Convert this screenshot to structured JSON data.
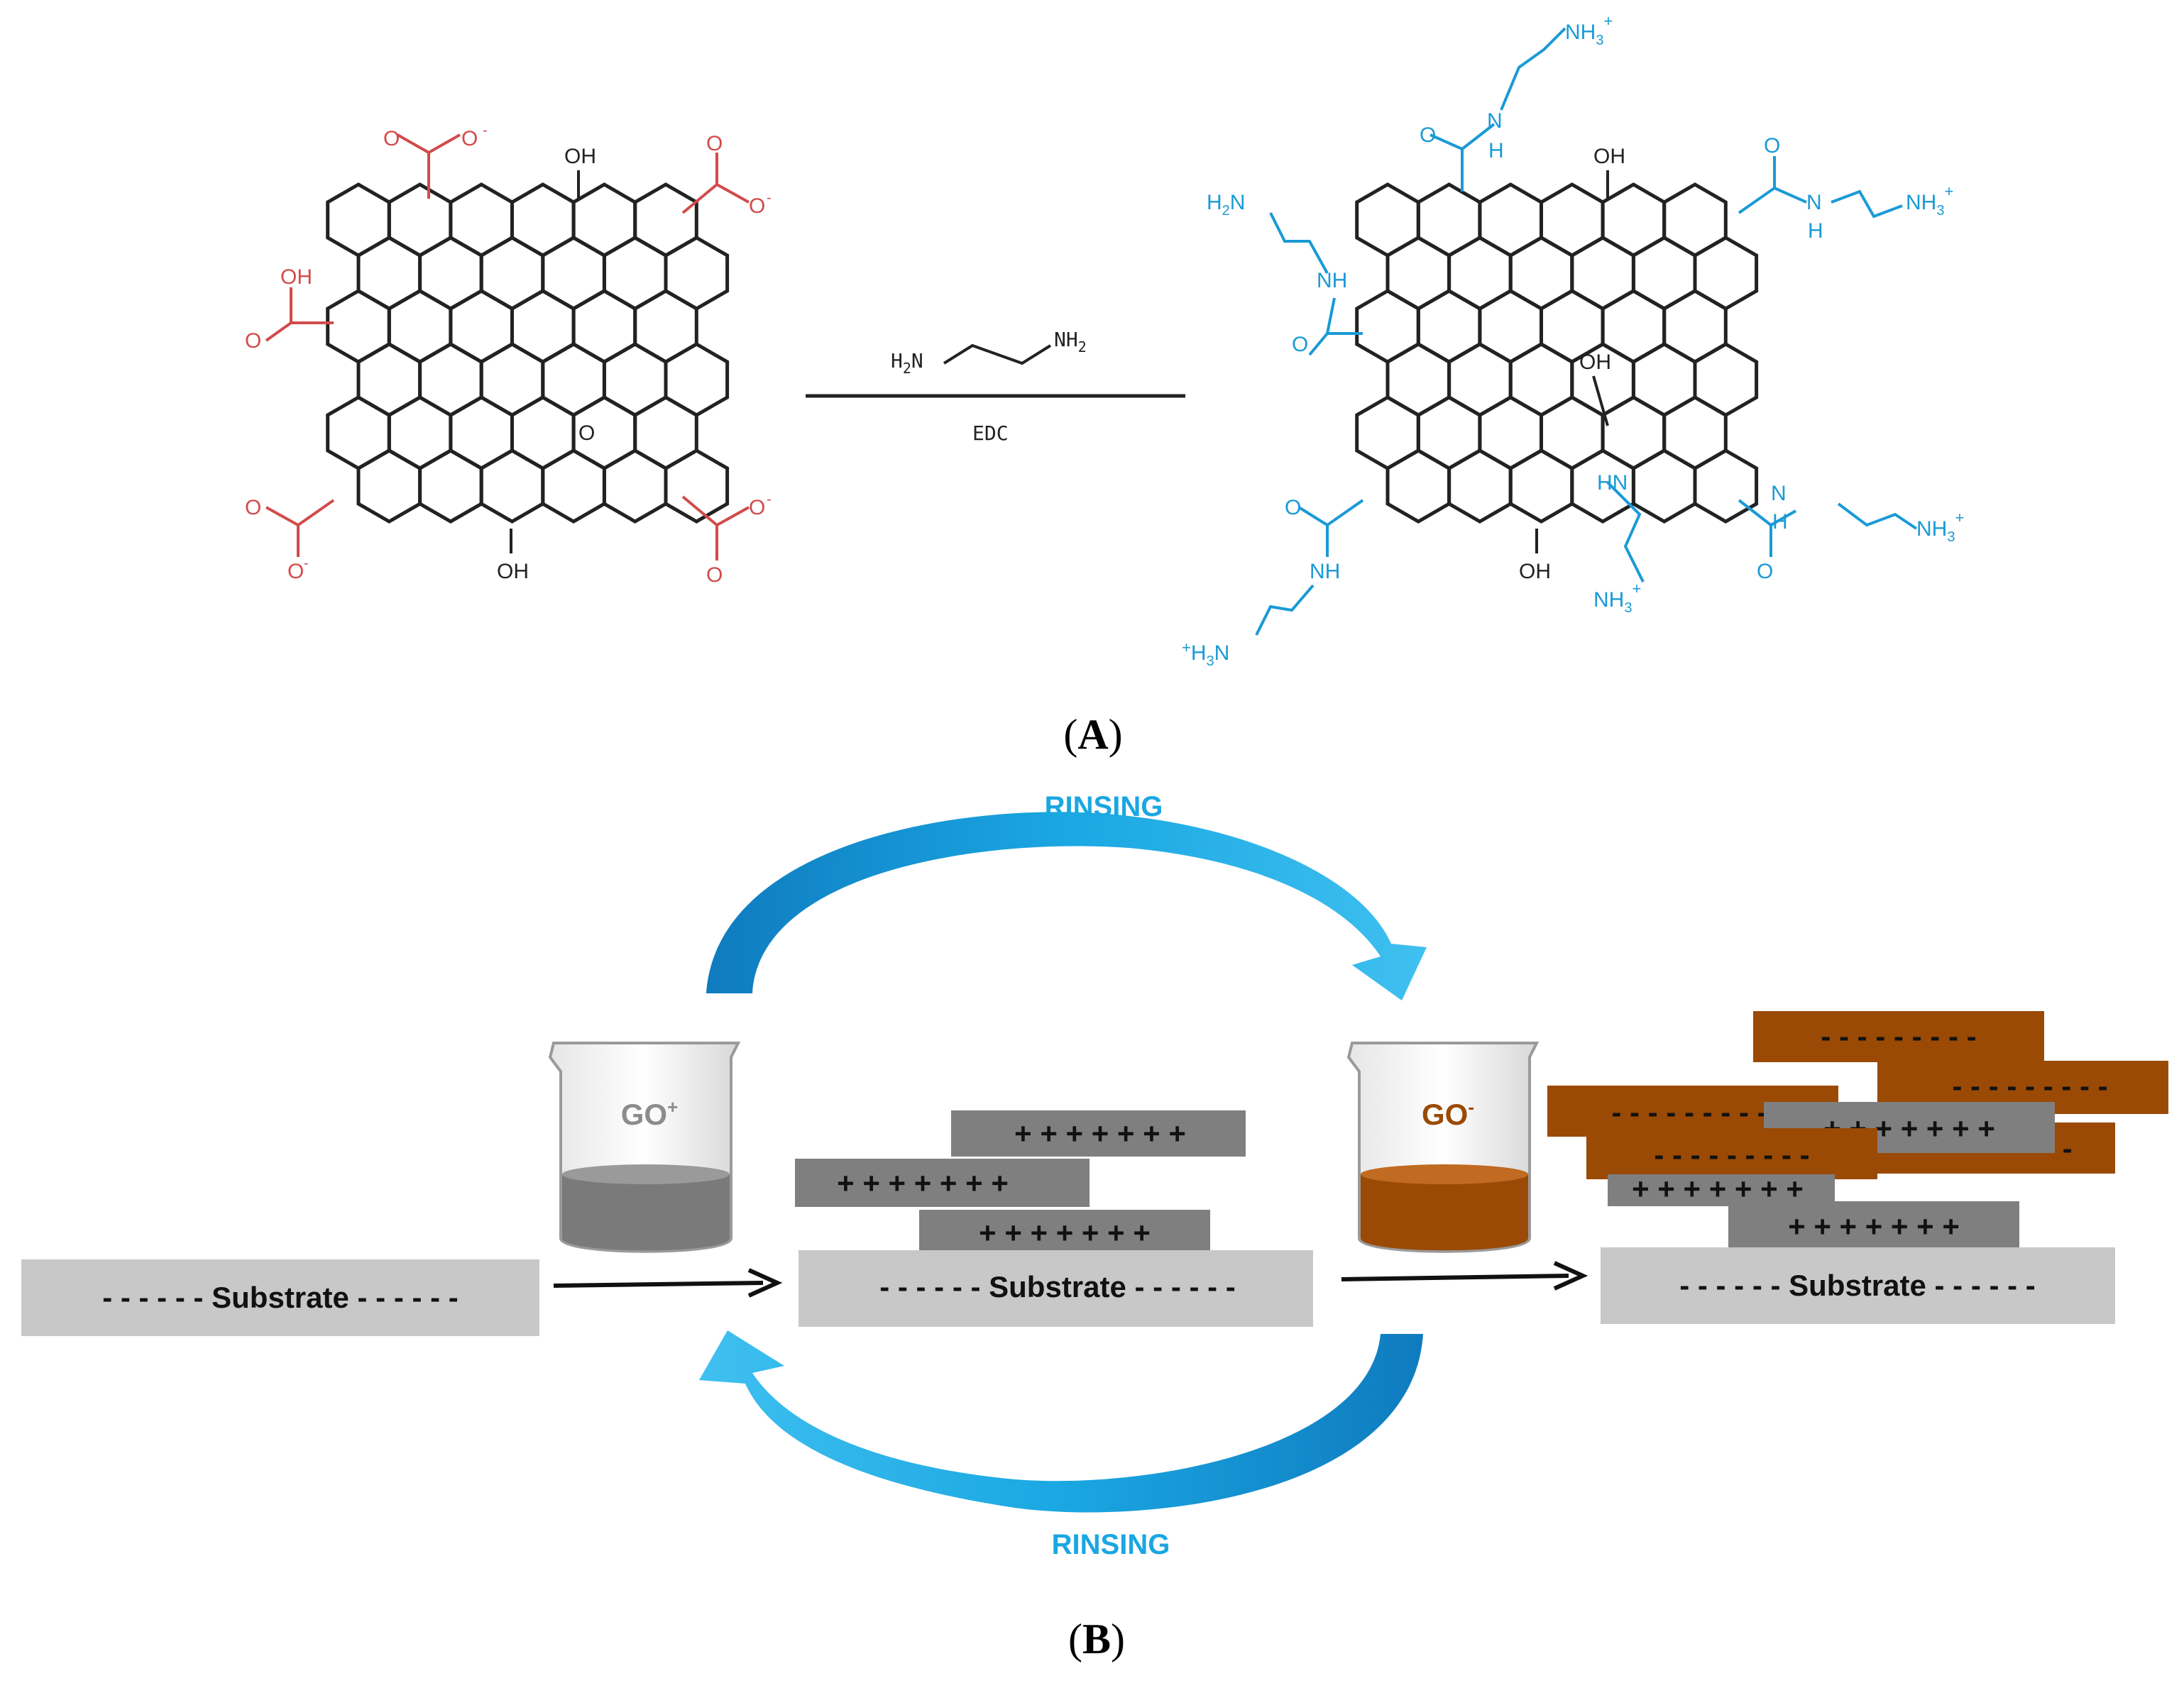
{
  "colors": {
    "red": "#d24b4b",
    "blue": "#1a9ad6",
    "black": "#222222",
    "rinse": "#1aa7e2",
    "dark_gray": "#7f7f7f",
    "light_gray": "#c8c8c8",
    "brown": "#9a4a05"
  },
  "panelA": {
    "label": "(A)",
    "reagent_left": "H",
    "reagent_left_sub": "2",
    "reagent_left_n": "N",
    "reagent_right": "NH",
    "reagent_right_sub": "2",
    "condition": "EDC",
    "go_oh": "OH",
    "go_o": "O",
    "go_carbonyl": "O",
    "go_minus": "-",
    "amine_nh": "NH",
    "amine_h": "H",
    "amine_n": "N",
    "amine_hn": "HN",
    "amine_nh3": "NH",
    "amine_sub3": "3",
    "amine_plus": "+",
    "amine_h2n": "H",
    "amine_h2n_sub": "2",
    "amine_h3n": "H",
    "amine_h3n_sub": "3"
  },
  "panelB": {
    "label": "(B)",
    "rinsing_top": "RINSING",
    "rinsing_bottom": "RINSING",
    "substrate": "- - - - - -  Substrate  - - - - - -",
    "pos_layer": "+  + + + + + +",
    "neg_layer": "- - - - - - - - -",
    "beaker_pos": "GO",
    "beaker_pos_sup": "+",
    "beaker_neg": "GO",
    "beaker_neg_sup": "-"
  }
}
